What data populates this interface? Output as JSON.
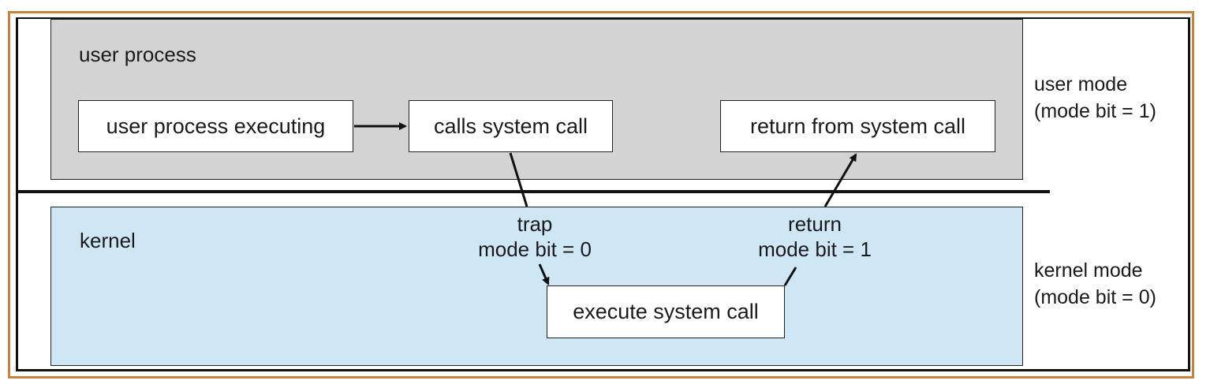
{
  "user_region": {
    "label": "user process"
  },
  "kernel_region": {
    "label": "kernel"
  },
  "boxes": {
    "user_process_executing": "user process executing",
    "calls_system_call": "calls system call",
    "return_from_system_call": "return from system call",
    "execute_system_call": "execute system call"
  },
  "edges": {
    "trap": {
      "line1": "trap",
      "line2": "mode bit = 0"
    },
    "return": {
      "line1": "return",
      "line2": "mode bit = 1"
    }
  },
  "modes": {
    "user": {
      "line1": "user mode",
      "line2": "(mode bit = 1)"
    },
    "kernel": {
      "line1": "kernel mode",
      "line2": "(mode bit = 0)"
    }
  },
  "colors": {
    "frame_border": "#c9823c",
    "user_region_fill": "#d3d3d3",
    "kernel_region_fill": "#cfe6f5"
  }
}
